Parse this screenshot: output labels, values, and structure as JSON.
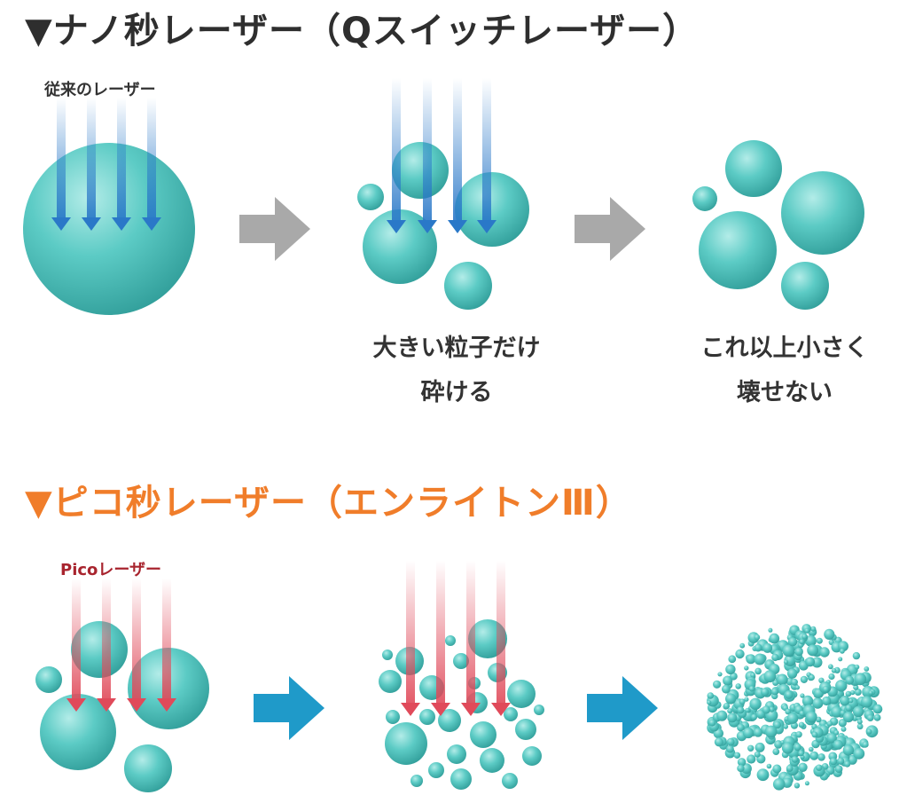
{
  "nano": {
    "heading": "▼ナノ秒レーザー（Qスイッチレーザー）",
    "laser_label": "従来のレーザー",
    "caption_2_line1": "大きい粒子だけ",
    "caption_2_line2": "砕ける",
    "caption_3_line1": "これ以上小さく",
    "caption_3_line2": "壊せない"
  },
  "pico": {
    "heading": "▼ピコ秒レーザー（エンライトンⅢ）",
    "laser_label": "Picoレーザー"
  },
  "colors": {
    "heading_dark": "#2e2e2e",
    "heading_orange": "#f07d2a",
    "particle": "#5cc9c4",
    "nano_beam": "#2a78c8",
    "pico_beam": "#e04a5a",
    "nano_arrow": "#a9a9a9",
    "pico_arrow": "#1f9ac9",
    "pico_label": "#a8242e"
  }
}
